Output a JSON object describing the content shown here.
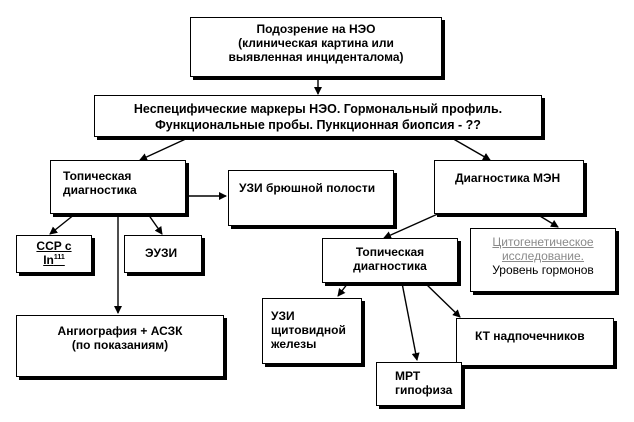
{
  "nodes": {
    "suspicion": {
      "line1": "Подозрение на НЭО",
      "line2": "(клиническая картина или",
      "line3": "выявленная инциденталома)"
    },
    "markers": {
      "line1": "Неспецифические маркеры НЭО. Гормональный профиль.",
      "line2": "Функциональные пробы. Пункционная биопсия - ??"
    },
    "topical_left": {
      "line1": "Топическая",
      "line2": "диагностика"
    },
    "uzi_abdomen": {
      "text": "УЗИ брюшной полости"
    },
    "men_diag": {
      "text": "Диагностика МЭН"
    },
    "ssr": {
      "line1": "CCP с",
      "line2_base": "In",
      "line2_sup": "111"
    },
    "euzi": {
      "text": "ЭУЗИ"
    },
    "topical_right": {
      "line1": "Топическая",
      "line2": "диагностика"
    },
    "cytogenetic": {
      "line1": "Цитогенетическое",
      "line2": "исследование.",
      "line3": "Уровень гормонов"
    },
    "angiography": {
      "line1": "Ангиография + АСЗК",
      "line2": "(по показаниям)"
    },
    "uzi_thyroid": {
      "line1": "УЗИ щитовидной",
      "line2": "железы"
    },
    "kt_adrenal": {
      "text": "КТ надпочечников"
    },
    "mrt_pituitary": {
      "line1": "МРТ",
      "line2": "гипофиза"
    }
  }
}
